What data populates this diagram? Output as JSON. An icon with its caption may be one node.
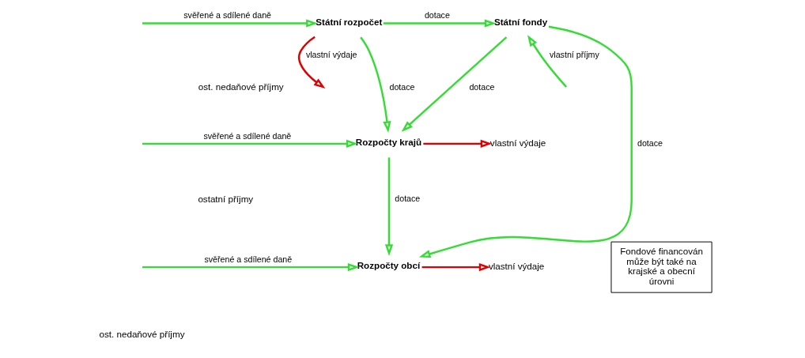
{
  "diagram": {
    "nodes": [
      {
        "text": [
          "Státní rozpočet"
        ]
      },
      {
        "text": [
          "Státní fondy"
        ]
      },
      {
        "text": [
          "Rozpočty krajů"
        ]
      },
      {
        "text": [
          "vlastní výdaje"
        ]
      },
      {
        "text": [
          "Fondové financován může být také na krajské a obecní úrovni"
        ]
      },
      {
        "text": [
          "Rozpočty obcí"
        ]
      },
      {
        "text": [
          "vlastní výdaje"
        ]
      }
    ],
    "edges": [
      {
        "from": null,
        "to": 0,
        "arrow": "to",
        "label": "svěřené a sdílené daně"
      },
      {
        "from": 0,
        "to": null,
        "arrow": "to",
        "label": "vlastní výdaje",
        "color": "#e00000"
      },
      {
        "from": null,
        "to": 1,
        "arrow": "to",
        "label": "vlastní příjmy"
      },
      {
        "from": 0,
        "to": 1,
        "arrow": "to",
        "label": "dotace"
      },
      {
        "from": 0,
        "to": 2,
        "arrow": "to",
        "label": "dotace"
      },
      {
        "from": 1,
        "to": 2,
        "arrow": "to",
        "label": "dotace"
      },
      {
        "from": null,
        "to": 2,
        "arrow": "to",
        "label": "svěřené a sdílené daně"
      },
      {
        "from": 2,
        "to": 3,
        "arrow": "to",
        "color": "#e00000"
      },
      {
        "from": 2,
        "to": 5,
        "arrow": "to",
        "label": "dotace"
      },
      {
        "from": 1,
        "to": 5,
        "arrow": "to",
        "label": "dotace"
      },
      {
        "from": null,
        "to": 5,
        "arrow": "to",
        "label": "svěřené a sdílené daně"
      },
      {
        "from": 5,
        "to": 6,
        "arrow": "to",
        "color": "#e00000"
      }
    ],
    "labels": [
      "ost. nedaňové příjmy",
      "ostatní příjmy",
      "ost. nedaňové příjmy"
    ]
  }
}
